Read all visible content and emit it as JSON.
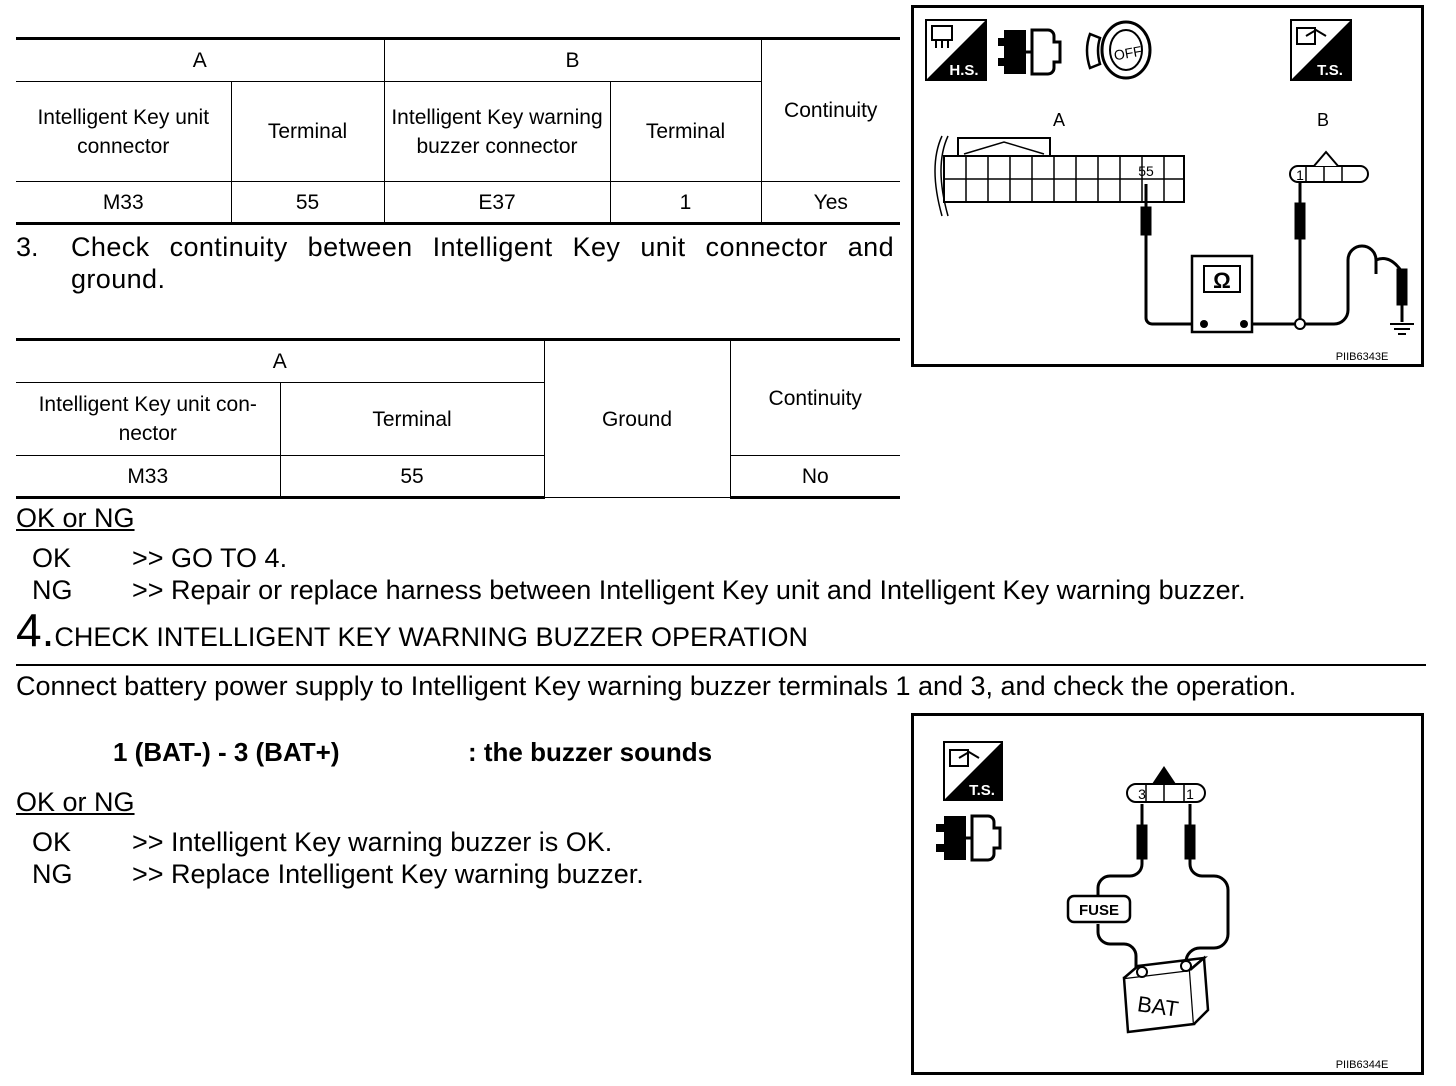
{
  "table1": {
    "header_a": "A",
    "header_b": "B",
    "col_a_connector": "Intelligent Key unit connector",
    "col_a_terminal": "Terminal",
    "col_b_connector": "Intelligent Key warning buzzer connector",
    "col_b_terminal": "Terminal",
    "col_continuity": "Continuity",
    "row": {
      "a_connector": "M33",
      "a_terminal": "55",
      "b_connector": "E37",
      "b_terminal": "1",
      "continuity": "Yes"
    }
  },
  "step3": {
    "number": "3.",
    "text": "Check continuity between Intelligent Key unit connector and ground."
  },
  "table2": {
    "header_a": "A",
    "col_a_connector": "Intelligent Key unit con-nector",
    "col_a_terminal": "Terminal",
    "col_ground": "Ground",
    "col_continuity": "Continuity",
    "row": {
      "a_connector": "M33",
      "a_terminal": "55",
      "continuity": "No"
    }
  },
  "result1": {
    "heading": "OK or NG",
    "ok_key": "OK",
    "ok_text": ">> GO TO 4.",
    "ng_key": "NG",
    "ng_text": ">> Repair or replace harness between Intelligent Key unit and Intelligent Key warning buzzer."
  },
  "step4": {
    "number": "4.",
    "title": "CHECK INTELLIGENT KEY WARNING BUZZER OPERATION",
    "instruction": "Connect battery power supply to Intelligent Key warning buzzer terminals 1 and 3, and check the operation.",
    "spec_left": "1 (BAT-) - 3 (BAT+)",
    "spec_right": ": the buzzer sounds"
  },
  "result2": {
    "heading": "OK or NG",
    "ok_key": "OK",
    "ok_text": ">> Intelligent Key warning buzzer is OK.",
    "ng_key": "NG",
    "ng_text": ">> Replace Intelligent Key warning buzzer."
  },
  "figure1": {
    "icon_hs": "H.S.",
    "icon_off": "OFF",
    "icon_ts": "T.S.",
    "label_a": "A",
    "label_b": "B",
    "terminal_a": "55",
    "terminal_b": "1",
    "meter_symbol": "Ω",
    "code": "PIIB6343E"
  },
  "figure2": {
    "icon_ts": "T.S.",
    "terminal_left": "3",
    "terminal_right": "1",
    "fuse_label": "FUSE",
    "battery_label": "BAT",
    "code": "PIIB6344E"
  }
}
